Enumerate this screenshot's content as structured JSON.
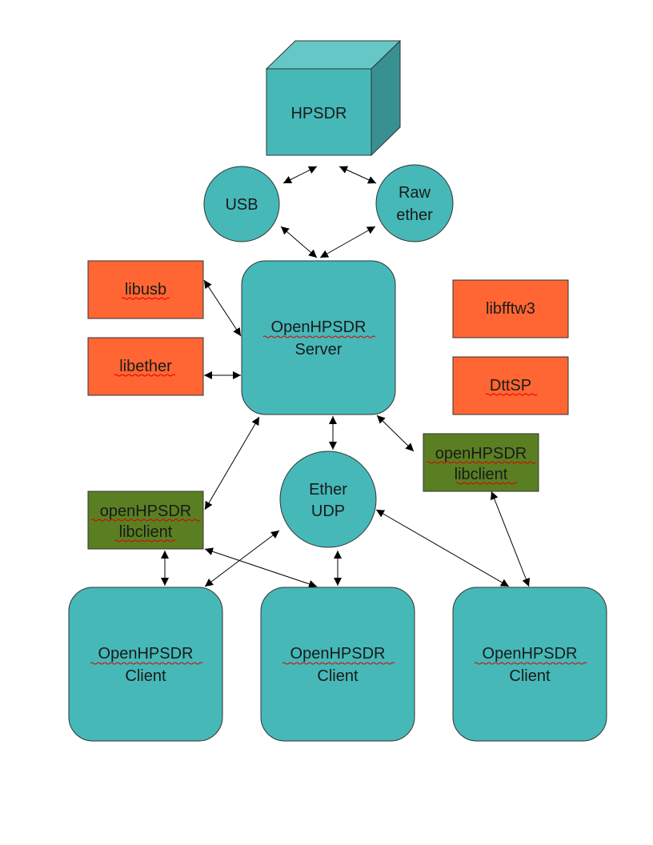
{
  "colors": {
    "teal": "#46b8b8",
    "teal_top": "#66c8c6",
    "teal_side": "#389190",
    "orange": "#ff6633",
    "green": "#5a7f22",
    "stroke": "#333333",
    "arrow": "#000000",
    "spell": "#e00000"
  },
  "nodes": {
    "hpsdr": {
      "lines": [
        "HPSDR"
      ],
      "shape": "cube"
    },
    "usb": {
      "lines": [
        "USB"
      ],
      "shape": "circle"
    },
    "raw_ether": {
      "lines": [
        "Raw",
        "ether"
      ],
      "shape": "circle"
    },
    "server": {
      "lines": [
        "OpenHPSDR",
        "Server"
      ],
      "shape": "rounded-rect"
    },
    "libusb": {
      "lines": [
        "libusb"
      ],
      "shape": "rect"
    },
    "libether": {
      "lines": [
        "libether"
      ],
      "shape": "rect"
    },
    "libfftw3": {
      "lines": [
        "libfftw3"
      ],
      "shape": "rect"
    },
    "dttsp": {
      "lines": [
        "DttSP"
      ],
      "shape": "rect"
    },
    "libclient_right": {
      "lines": [
        "openHPSDR",
        "libclient"
      ],
      "shape": "rect"
    },
    "libclient_left": {
      "lines": [
        "openHPSDR",
        "libclient"
      ],
      "shape": "rect"
    },
    "ether_udp": {
      "lines": [
        "Ether",
        "UDP"
      ],
      "shape": "circle"
    },
    "client_1": {
      "lines": [
        "OpenHPSDR",
        "Client"
      ],
      "shape": "rounded-rect"
    },
    "client_2": {
      "lines": [
        "OpenHPSDR",
        "Client"
      ],
      "shape": "rounded-rect"
    },
    "client_3": {
      "lines": [
        "OpenHPSDR",
        "Client"
      ],
      "shape": "rounded-rect"
    }
  },
  "edges": [
    [
      "hpsdr",
      "usb"
    ],
    [
      "hpsdr",
      "raw_ether"
    ],
    [
      "usb",
      "server"
    ],
    [
      "raw_ether",
      "server"
    ],
    [
      "libusb",
      "server"
    ],
    [
      "libether",
      "server"
    ],
    [
      "server",
      "ether_udp"
    ],
    [
      "server",
      "libclient_right"
    ],
    [
      "server",
      "libclient_left"
    ],
    [
      "libclient_left",
      "client_1"
    ],
    [
      "libclient_left",
      "client_2"
    ],
    [
      "ether_udp",
      "client_1"
    ],
    [
      "ether_udp",
      "client_2"
    ],
    [
      "ether_udp",
      "client_3"
    ],
    [
      "libclient_right",
      "client_3"
    ]
  ]
}
